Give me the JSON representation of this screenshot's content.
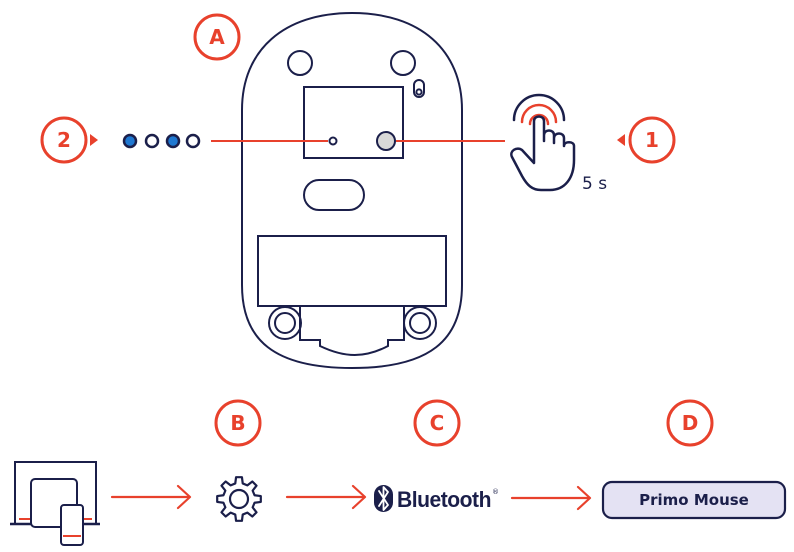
{
  "colors": {
    "accent": "#e8412c",
    "navy": "#1b1f4a",
    "led_blue": "#1f78d1",
    "device_fill": "#e4e2f3"
  },
  "steps": {
    "a": "A",
    "b": "B",
    "c": "C",
    "d": "D",
    "one": "1",
    "two": "2"
  },
  "press_duration": "5 s",
  "bluetooth_label": "Bluetooth",
  "bluetooth_mark": "®",
  "device_name": "Primo Mouse",
  "icons": {
    "hand": "hand-press-icon",
    "gear": "gear-icon",
    "bluetooth": "bluetooth-icon",
    "devices": "laptop-phone-icon"
  }
}
